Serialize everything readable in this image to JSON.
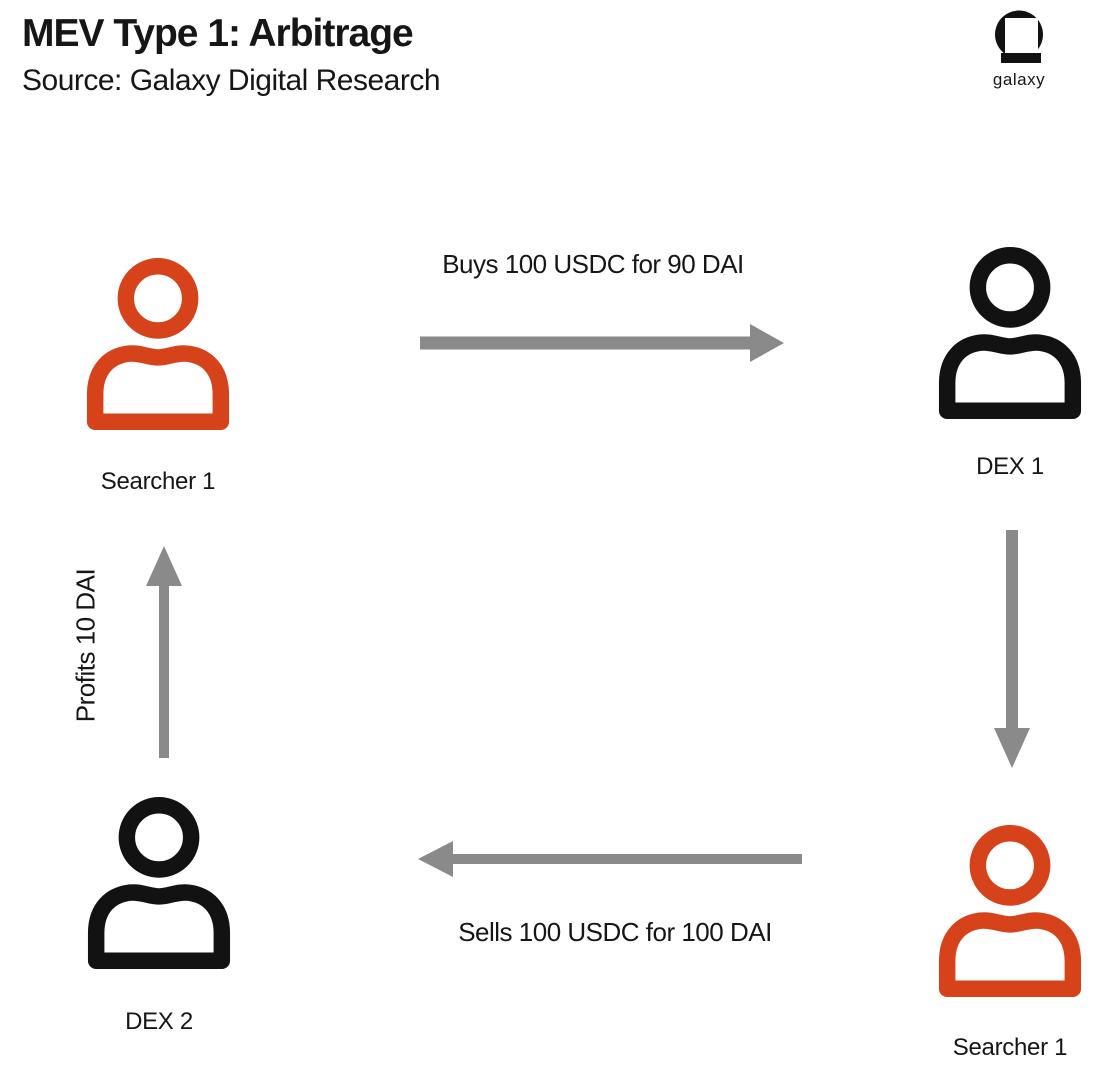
{
  "header": {
    "title": "MEV Type 1: Arbitrage",
    "subtitle": "Source: Galaxy Digital Research",
    "logo": {
      "wordmark": "galaxy"
    }
  },
  "colors": {
    "searcher_orange": "#D6421A",
    "ink_black": "#121212",
    "arrow_gray": "#8A8A8A",
    "white": "#FFFFFF"
  },
  "nodes": [
    {
      "label": "Searcher 1",
      "role": "searcher",
      "position": "top-left"
    },
    {
      "label": "DEX 1",
      "role": "dex",
      "position": "top-right"
    },
    {
      "label": "DEX 2",
      "role": "dex",
      "position": "bottom-left"
    },
    {
      "label": "Searcher 1",
      "role": "searcher",
      "position": "bottom-right"
    }
  ],
  "edges": [
    {
      "label": "Buys 100 USDC for 90 DAI",
      "from": "Searcher 1",
      "to": "DEX 1",
      "direction": "right"
    },
    {
      "label": "",
      "from": "DEX 1",
      "to": "Searcher 1",
      "direction": "down"
    },
    {
      "label": "Sells 100 USDC for 100 DAI",
      "from": "Searcher 1",
      "to": "DEX 2",
      "direction": "left"
    },
    {
      "label": "Profits 10 DAI",
      "from": "DEX 2",
      "to": "Searcher 1",
      "direction": "up"
    }
  ]
}
